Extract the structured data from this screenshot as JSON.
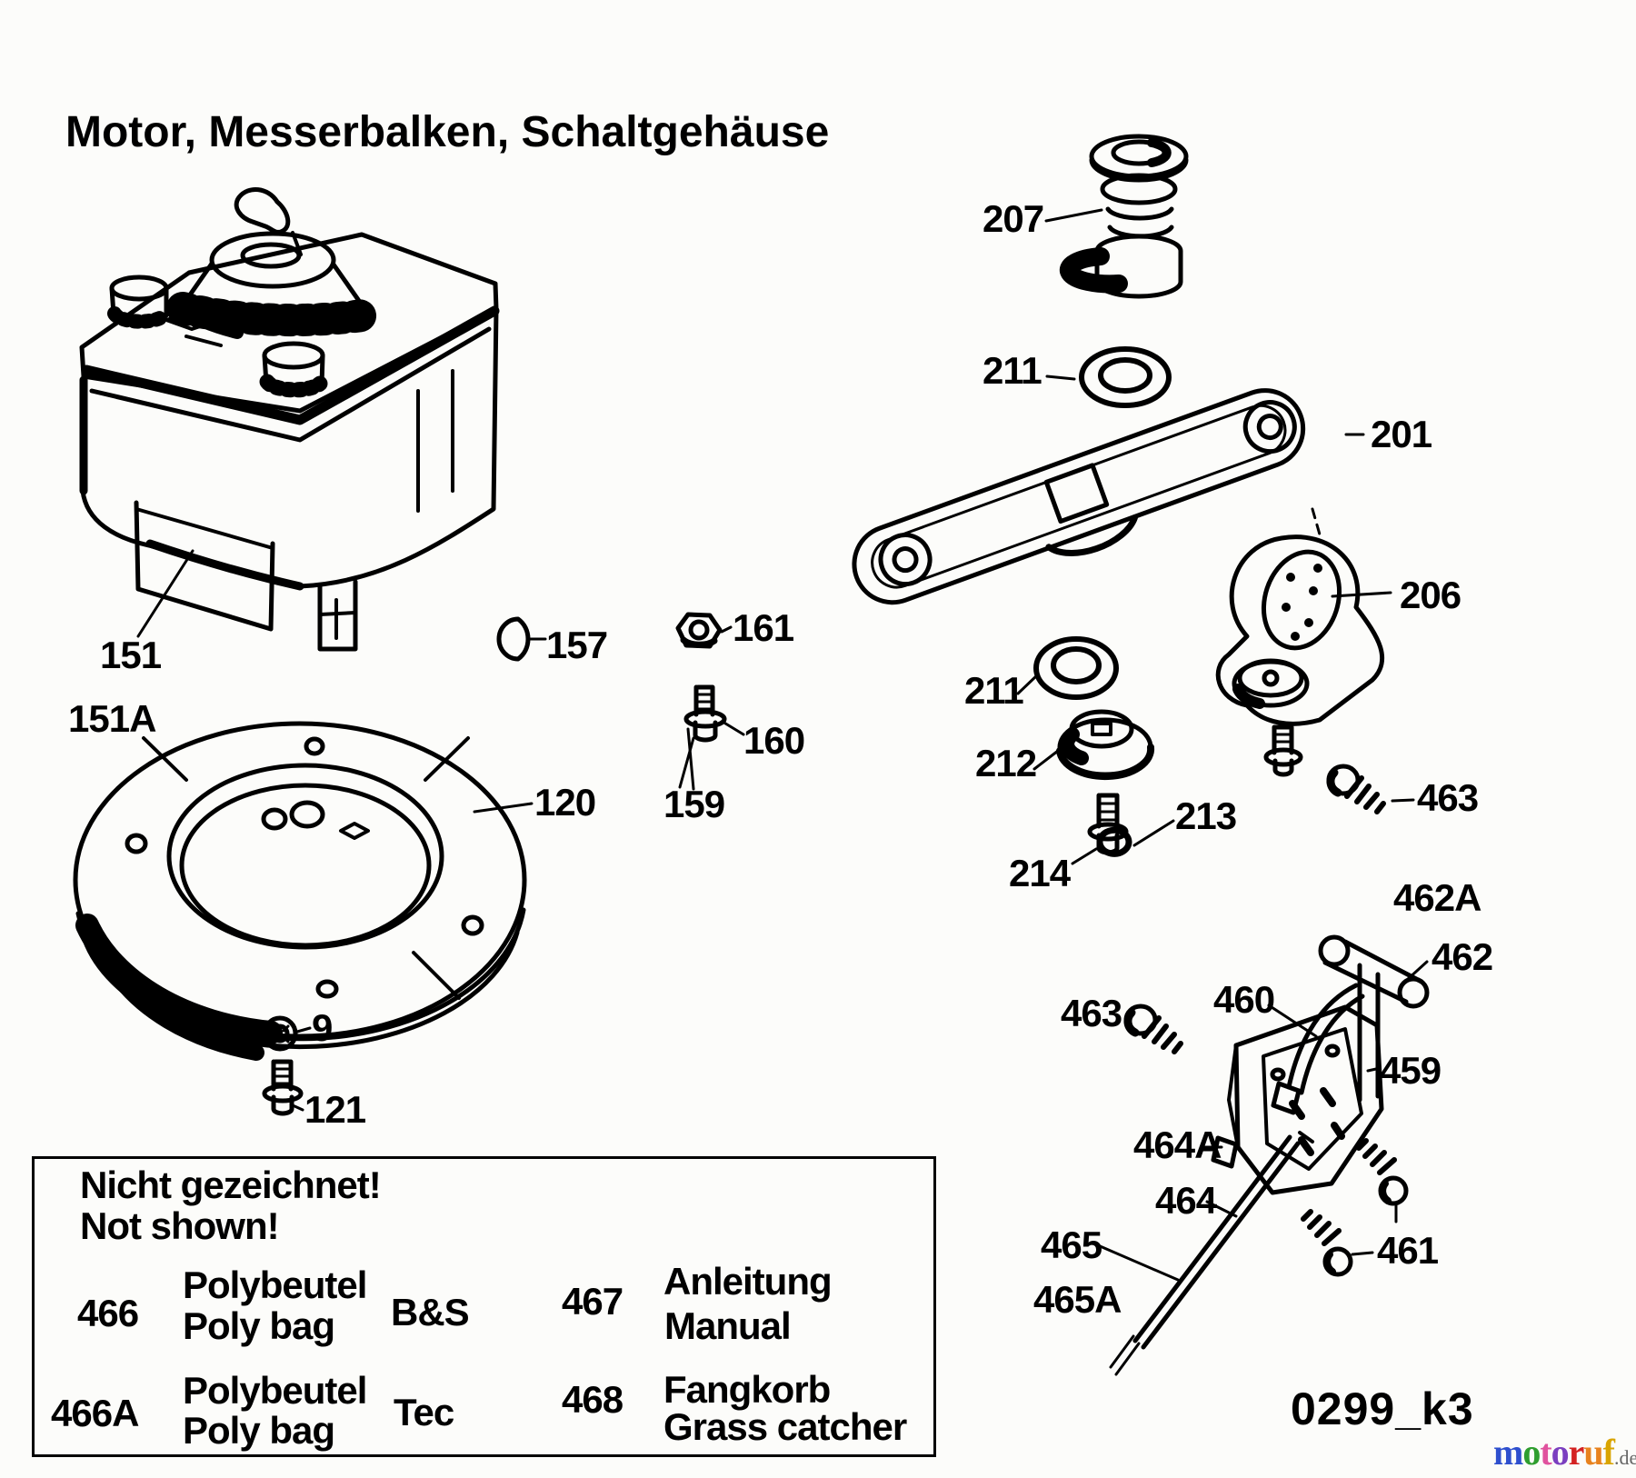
{
  "title": "Motor, Messerbalken, Schaltgehäuse",
  "callouts": {
    "c151": "151",
    "c151a": "151A",
    "c157": "157",
    "c161": "161",
    "c160": "160",
    "c159": "159",
    "c120": "120",
    "c9": "9",
    "c121": "121",
    "c207": "207",
    "c211a": "211",
    "c201": "201",
    "c206": "206",
    "c211b": "211",
    "c212": "212",
    "c213": "213",
    "c214": "214",
    "c463a": "463",
    "c462a": "462A",
    "c462": "462",
    "c460": "460",
    "c463b": "463",
    "c459": "459",
    "c464a": "464A",
    "c464": "464",
    "c465": "465",
    "c461": "461",
    "c465a": "465A"
  },
  "not_shown": {
    "heading_de": "Nicht gezeichnet!",
    "heading_en": "Not shown!",
    "rows": [
      {
        "ref": "466",
        "part_de": "Polybeutel",
        "part_en": "Poly bag",
        "engine": "B&S",
        "ref2": "467",
        "part2_de": "Anleitung",
        "part2_en": "Manual"
      },
      {
        "ref": "466A",
        "part_de": "Polybeutel",
        "part_en": "Poly bag",
        "engine": "Tec",
        "ref2": "468",
        "part2_de": "Fangkorb",
        "part2_en": "Grass catcher"
      }
    ]
  },
  "footer": {
    "drawing_code": "0299_k3",
    "logo": {
      "letters": [
        {
          "ch": "m",
          "style": "color:#2e4fce"
        },
        {
          "ch": "o",
          "style": "color:#2f9e2f"
        },
        {
          "ch": "t",
          "style": "color:#e0529e"
        },
        {
          "ch": "o",
          "style": "color:#7b3fc0"
        },
        {
          "ch": "r",
          "style": "color:#d42222"
        },
        {
          "ch": "u",
          "style": "color:#e8821e"
        },
        {
          "ch": "f",
          "style": "color:#d9a400"
        }
      ],
      "suffix": ".de",
      "suffix_style": "color:#666666"
    }
  },
  "colors": {
    "ink": "#000000",
    "paper": "#fcfcfa"
  }
}
